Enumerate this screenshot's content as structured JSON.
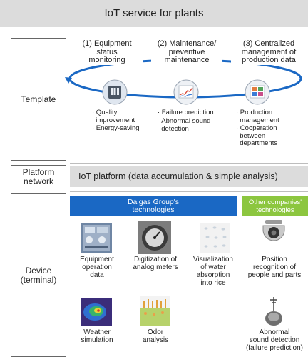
{
  "title": "IoT service for plants",
  "rows": {
    "template": "Template",
    "platform": "Platform\nnetwork",
    "device": "Device\n(terminal)"
  },
  "stages": [
    {
      "label": "(1) Equipment\nstatus\nmonitoring",
      "icon": "monitoring-panel-icon",
      "bullets": [
        "· Quality\n  improvement",
        "· Energy-saving"
      ]
    },
    {
      "label": "(2) Maintenance/\npreventive\nmaintenance",
      "icon": "trend-graph-icon",
      "bullets": [
        "· Failure prediction",
        "· Abnormal sound\n  detection"
      ]
    },
    {
      "label": "(3) Centralized\nmanagement of\nproduction data",
      "icon": "dashboard-icon",
      "bullets": [
        "· Production\n  management",
        "· Cooperation\n  between\n  departments"
      ]
    }
  ],
  "platform_text": "IoT platform (data accumulation & simple analysis)",
  "banners": {
    "daigas": "Daigas Group's\ntechnologies",
    "other": "Other companies'\ntechnologies"
  },
  "devices": [
    {
      "caption": "Equipment\noperation\ndata",
      "icon": "operation-screen-icon"
    },
    {
      "caption": "Digitization of\nanalog meters",
      "icon": "analog-meter-icon"
    },
    {
      "caption": "Visualization\nof water\nabsorption\ninto rice",
      "icon": "rice-grains-icon"
    },
    {
      "caption": "Position\nrecognition of\npeople and parts",
      "icon": "dome-camera-icon"
    },
    {
      "caption": "Weather\nsimulation",
      "icon": "weather-map-icon"
    },
    {
      "caption": "Odor\nanalysis",
      "icon": "odor-sensor-icon"
    },
    {
      "caption": "Abnormal\nsound detection\n(failure prediction)",
      "icon": "microphone-icon"
    }
  ],
  "colors": {
    "blue": "#1a68c4",
    "green": "#8cc63f",
    "header_gray": "#dcdcdc",
    "ellipse": "#1a68c4"
  }
}
